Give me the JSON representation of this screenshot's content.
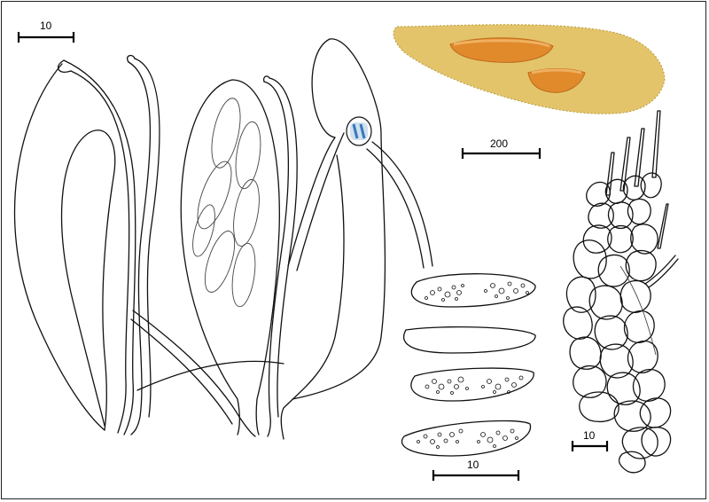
{
  "scale_bars": {
    "asci": {
      "label": "10"
    },
    "apothecia": {
      "label": "200"
    },
    "spores": {
      "label": "10"
    },
    "excipulum": {
      "label": "10"
    }
  },
  "colors": {
    "thallus": "#e3c46b",
    "apothecium": "#e08a2c",
    "apothecium_rim": "#f0b060",
    "ascus_tip": "#3a78b8",
    "ink": "#111111"
  }
}
